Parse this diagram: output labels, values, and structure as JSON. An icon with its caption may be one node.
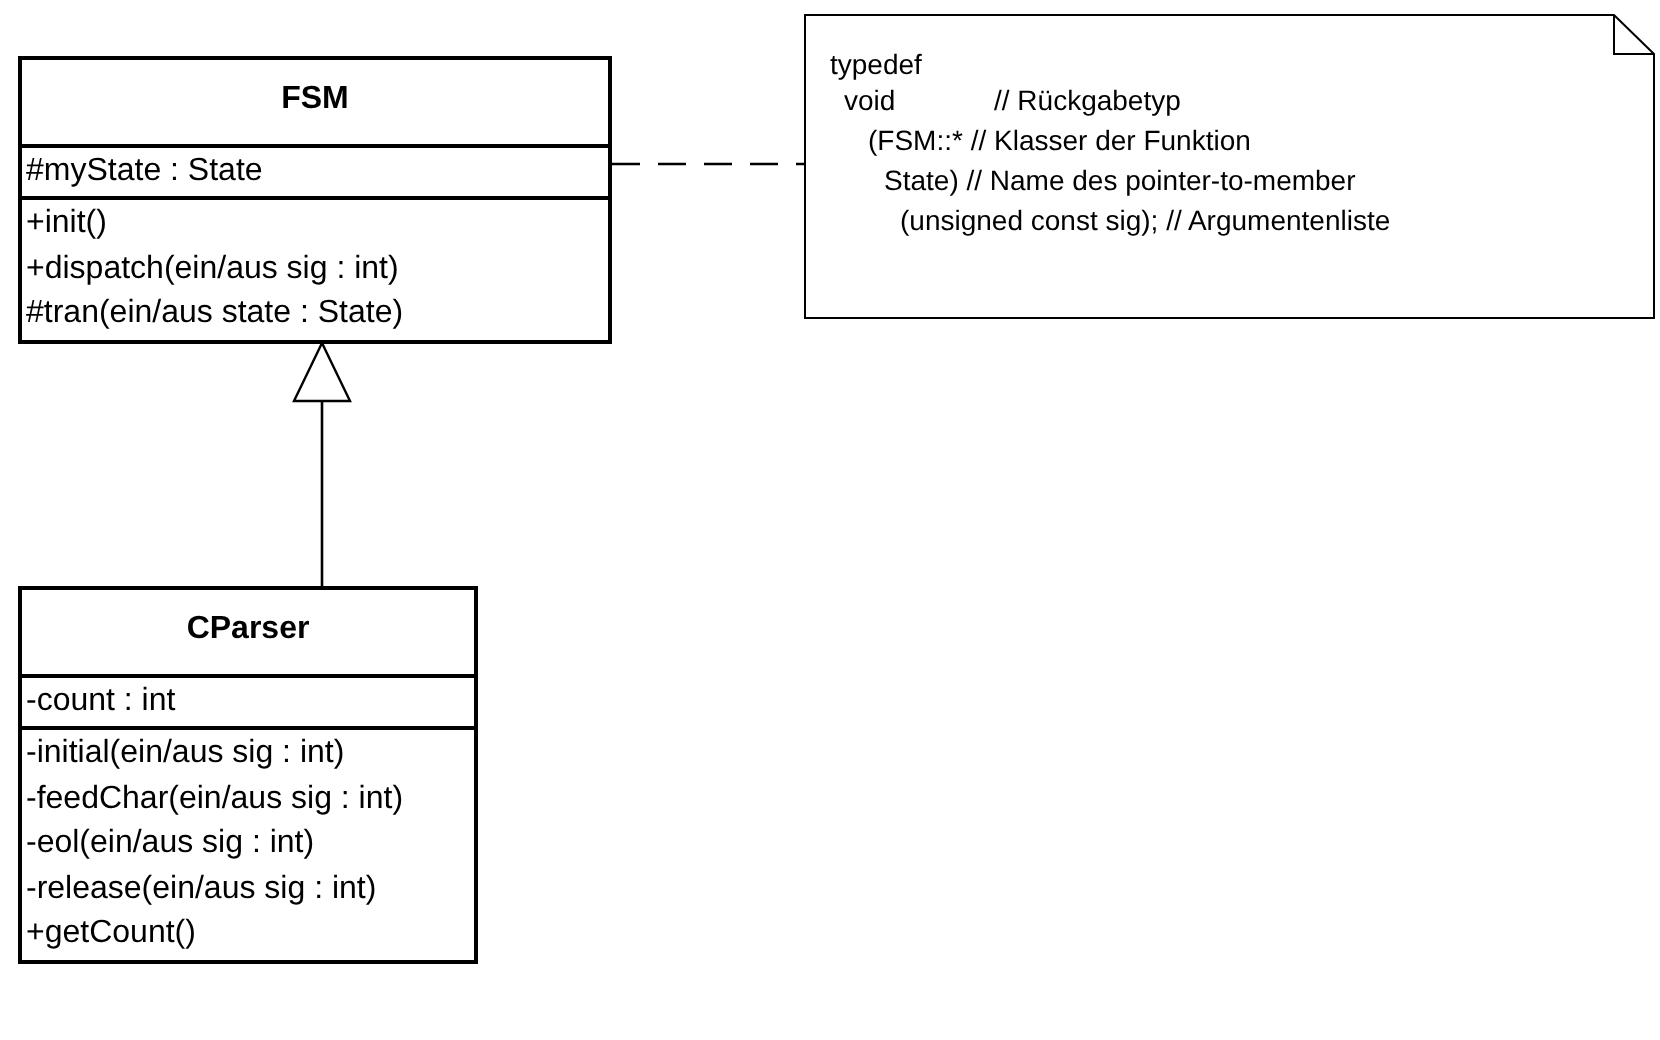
{
  "diagram": {
    "nodes": [
      {
        "text": [
          "FSM",
          "#myState : State",
          "+init()",
          "+dispatch(ein/aus sig : int)",
          "#tran(ein/aus state : State)"
        ]
      },
      {
        "text": [
          "typedef",
          "void",
          "// Rückgabetyp",
          "(FSM::* // Klasser der Funktion",
          "State) // Name des pointer-to-member",
          "(unsigned const sig);  // Argumentenliste"
        ]
      },
      {
        "text": [
          "CParser",
          "-count : int",
          "-initial(ein/aus sig : int)",
          "-feedChar(ein/aus sig : int)",
          "-eol(ein/aus sig : int)",
          "-release(ein/aus sig : int)",
          "+getCount()"
        ]
      }
    ],
    "edges": [
      {
        "from": 0,
        "to": 1,
        "arrow": "none",
        "style": "dashed"
      },
      {
        "from": 2,
        "to": 0,
        "arrow": "to"
      }
    ]
  }
}
